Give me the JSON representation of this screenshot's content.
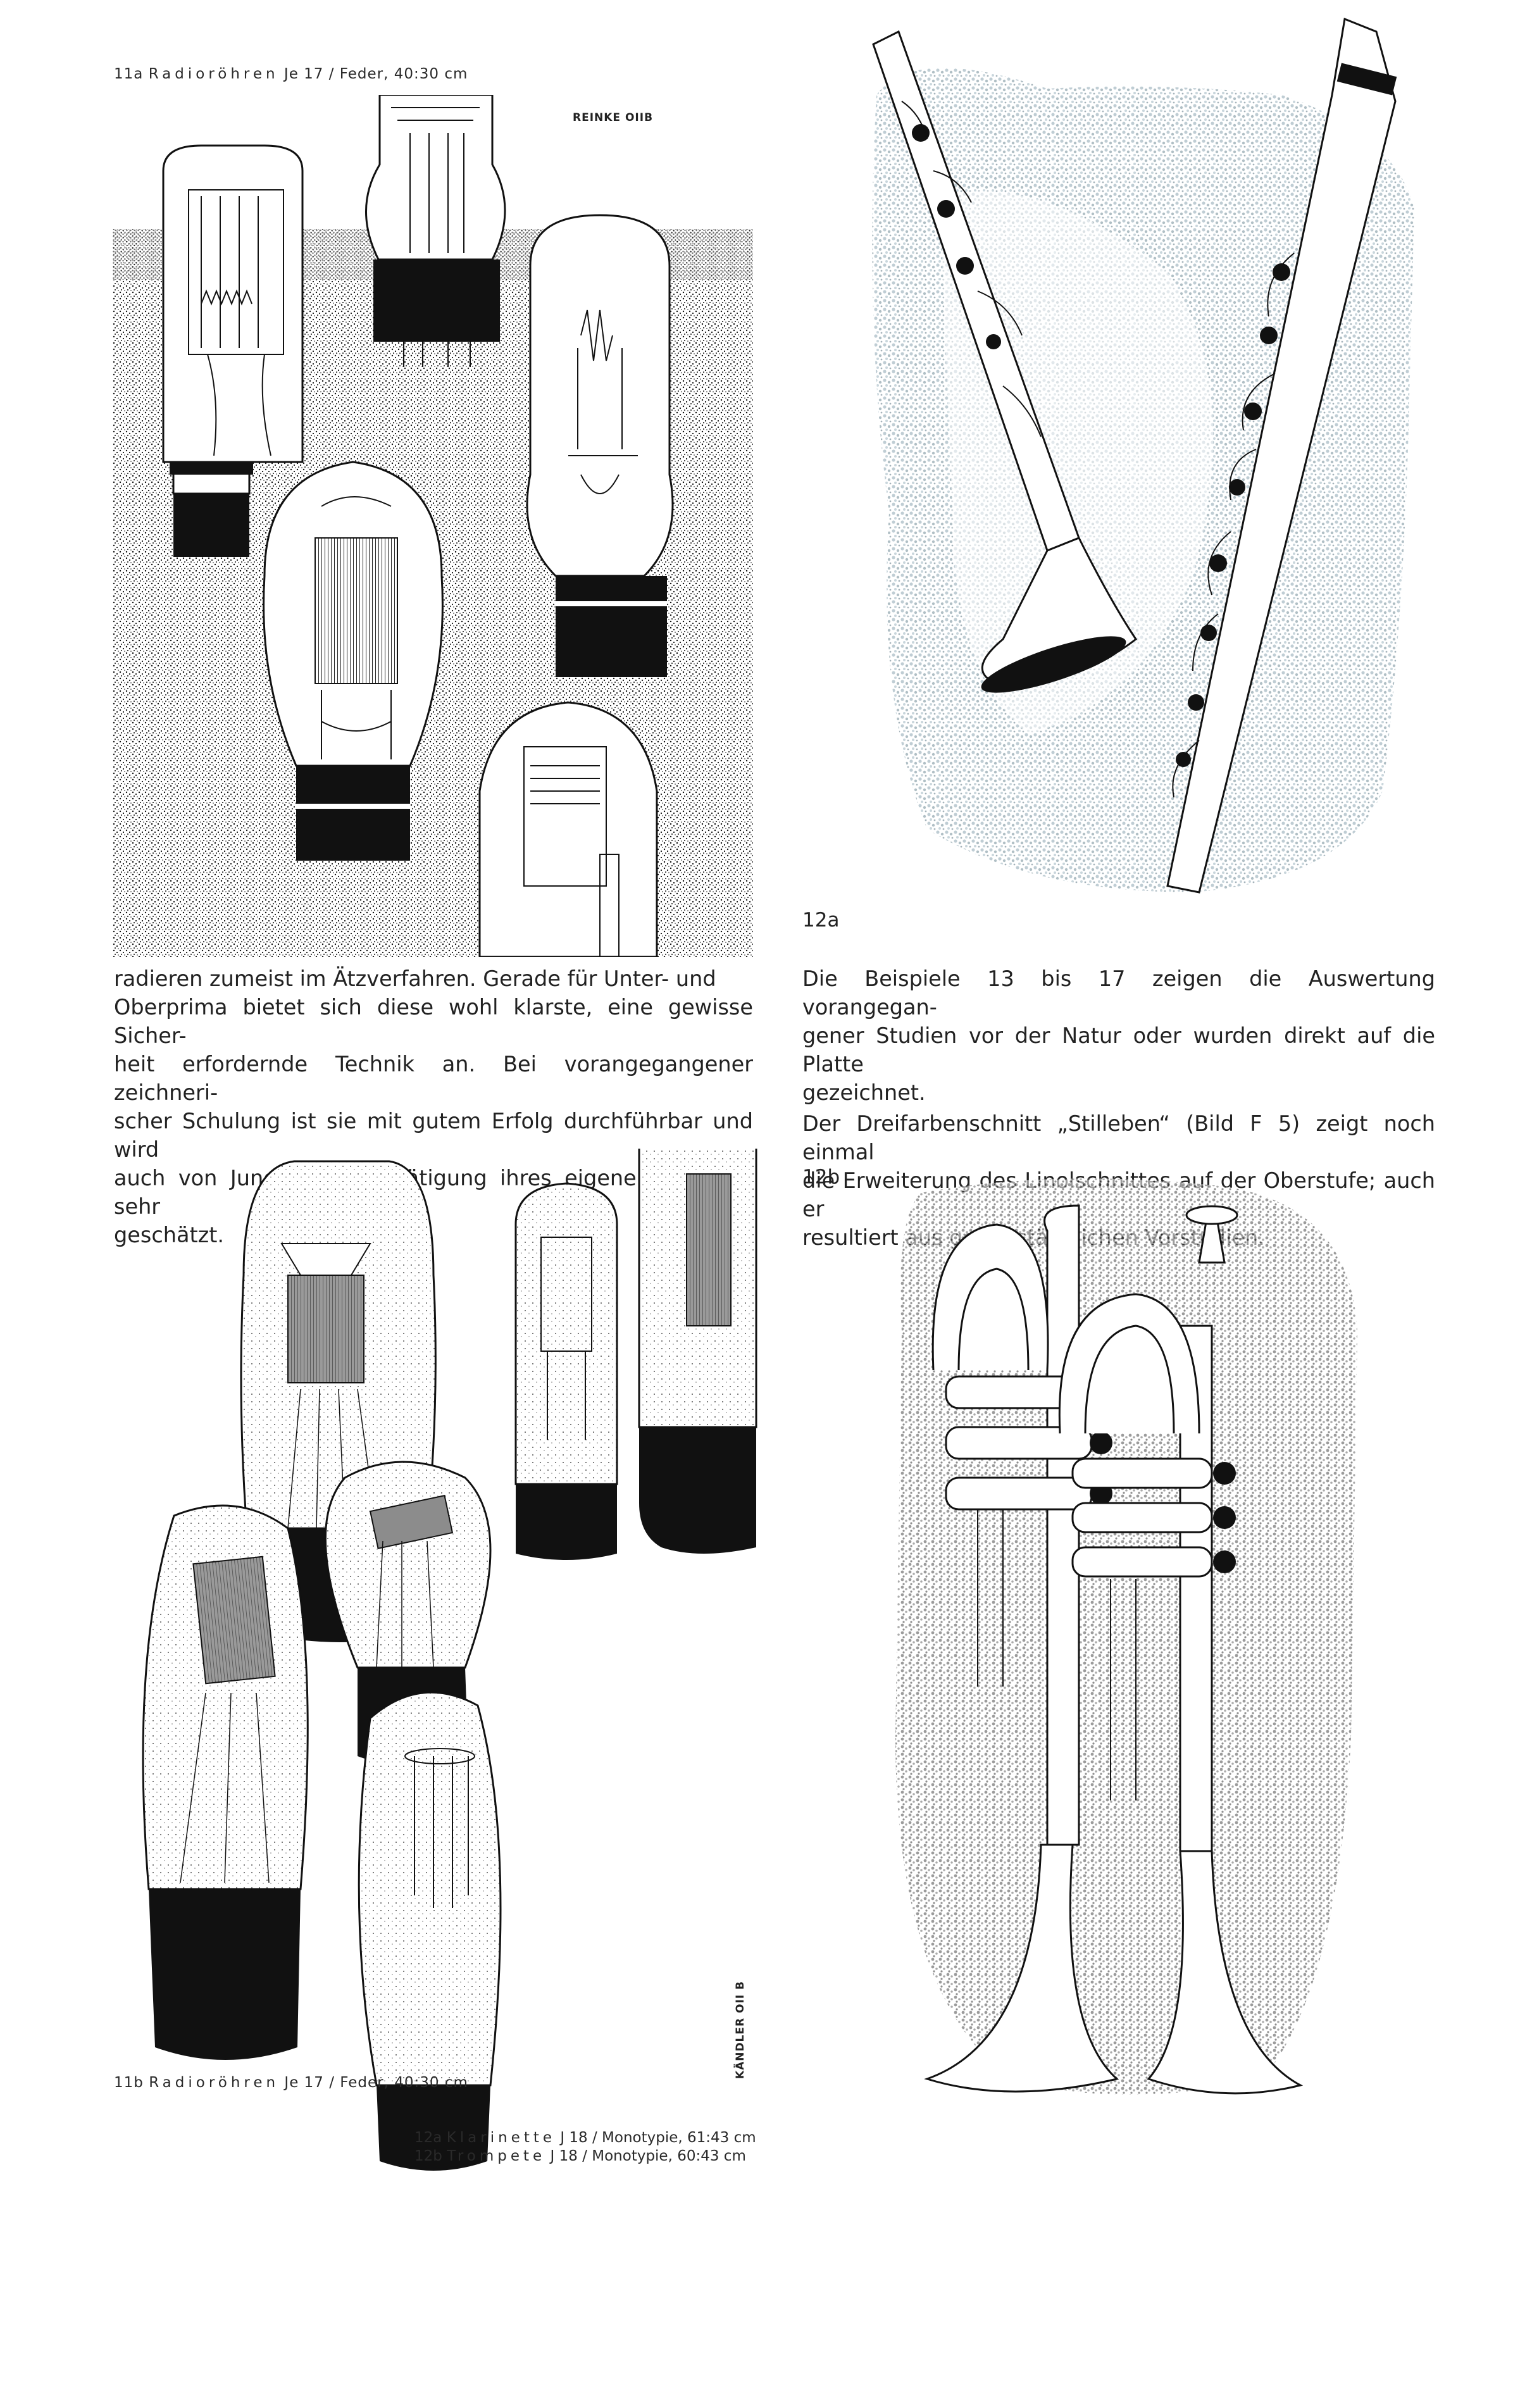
{
  "fig11a": {
    "caption_title": "Radioröhren",
    "caption_rest": "Je 17 / Feder, 40:30 cm",
    "number": "11a",
    "signature": "REINKE OIIB"
  },
  "fig11b": {
    "number": "11b",
    "caption_title": "Radioröhren",
    "caption_rest": "Je 17 / Feder, 40:30 cm",
    "signature": "KÄNDLER OII B"
  },
  "fig12a": {
    "label": "12a"
  },
  "fig12b": {
    "label": "12b"
  },
  "left_text": {
    "lines": [
      "radieren zumeist im Ätzverfahren. Gerade für Unter- und",
      "Oberprima bietet sich diese wohl klarste, eine gewisse Sicher-",
      "heit erfordernde Technik an. Bei vorangegangener zeichneri-",
      "scher Schulung ist sie mit gutem Erfolg durchführbar und wird",
      "auch von Jungen als Bestätigung ihres eigenen Könnens sehr",
      "geschätzt."
    ]
  },
  "right_text": {
    "para1_lines": [
      "Die Beispiele 13 bis 17 zeigen die Auswertung vorangegan-",
      "gener Studien vor der Natur oder wurden direkt auf die Platte",
      "gezeichnet."
    ],
    "para2_lines": [
      "Der Dreifarbenschnitt „Stilleben“ (Bild F 5) zeigt noch einmal",
      "die Erweiterung des Linolschnittes auf der Oberstufe; auch er",
      "resultiert aus gegenständlichen Vorstudien."
    ]
  },
  "bottom_captions": {
    "line1_prefix": "12a",
    "line1_title": "Klarinette",
    "line1_rest": "J 18 / Monotypie, 61:43 cm",
    "line2_prefix": "12b",
    "line2_title": "Trompete",
    "line2_rest": "J 18 / Monotypie, 60:43 cm"
  }
}
